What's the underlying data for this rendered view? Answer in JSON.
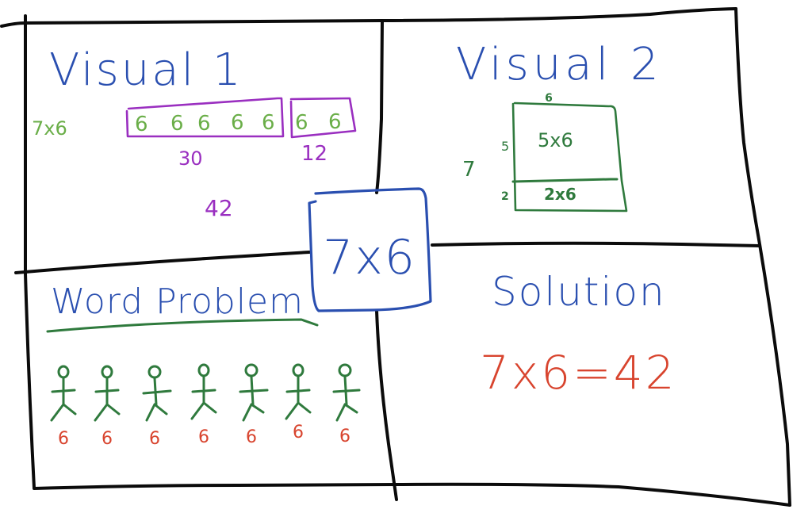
{
  "colors": {
    "frame": "#0b0b0b",
    "title_blue": "#2a4fb0",
    "green_light": "#6aae48",
    "green_dark": "#2f7a3d",
    "purple": "#9a2fc0",
    "red": "#d8442e"
  },
  "center": {
    "problem": "7x6"
  },
  "visual1": {
    "title": "Visual 1",
    "expression": "7x6",
    "group1": {
      "items": [
        "6",
        "6",
        "6",
        "6",
        "6"
      ],
      "sum": "30"
    },
    "group2": {
      "items": [
        "6",
        "6"
      ],
      "sum": "12"
    },
    "total": "42"
  },
  "visual2": {
    "title": "Visual 2",
    "width_label": "6",
    "height_label": "7",
    "top_label": "5",
    "bottom_label": "2",
    "top_expr": "5x6",
    "bottom_expr": "2x6"
  },
  "word_problem": {
    "title": "Word Problem",
    "figures": [
      {
        "label": "6"
      },
      {
        "label": "6"
      },
      {
        "label": "6"
      },
      {
        "label": "6"
      },
      {
        "label": "6"
      },
      {
        "label": "6"
      },
      {
        "label": "6"
      }
    ]
  },
  "solution": {
    "title": "Solution",
    "equation": "7x6=42"
  }
}
